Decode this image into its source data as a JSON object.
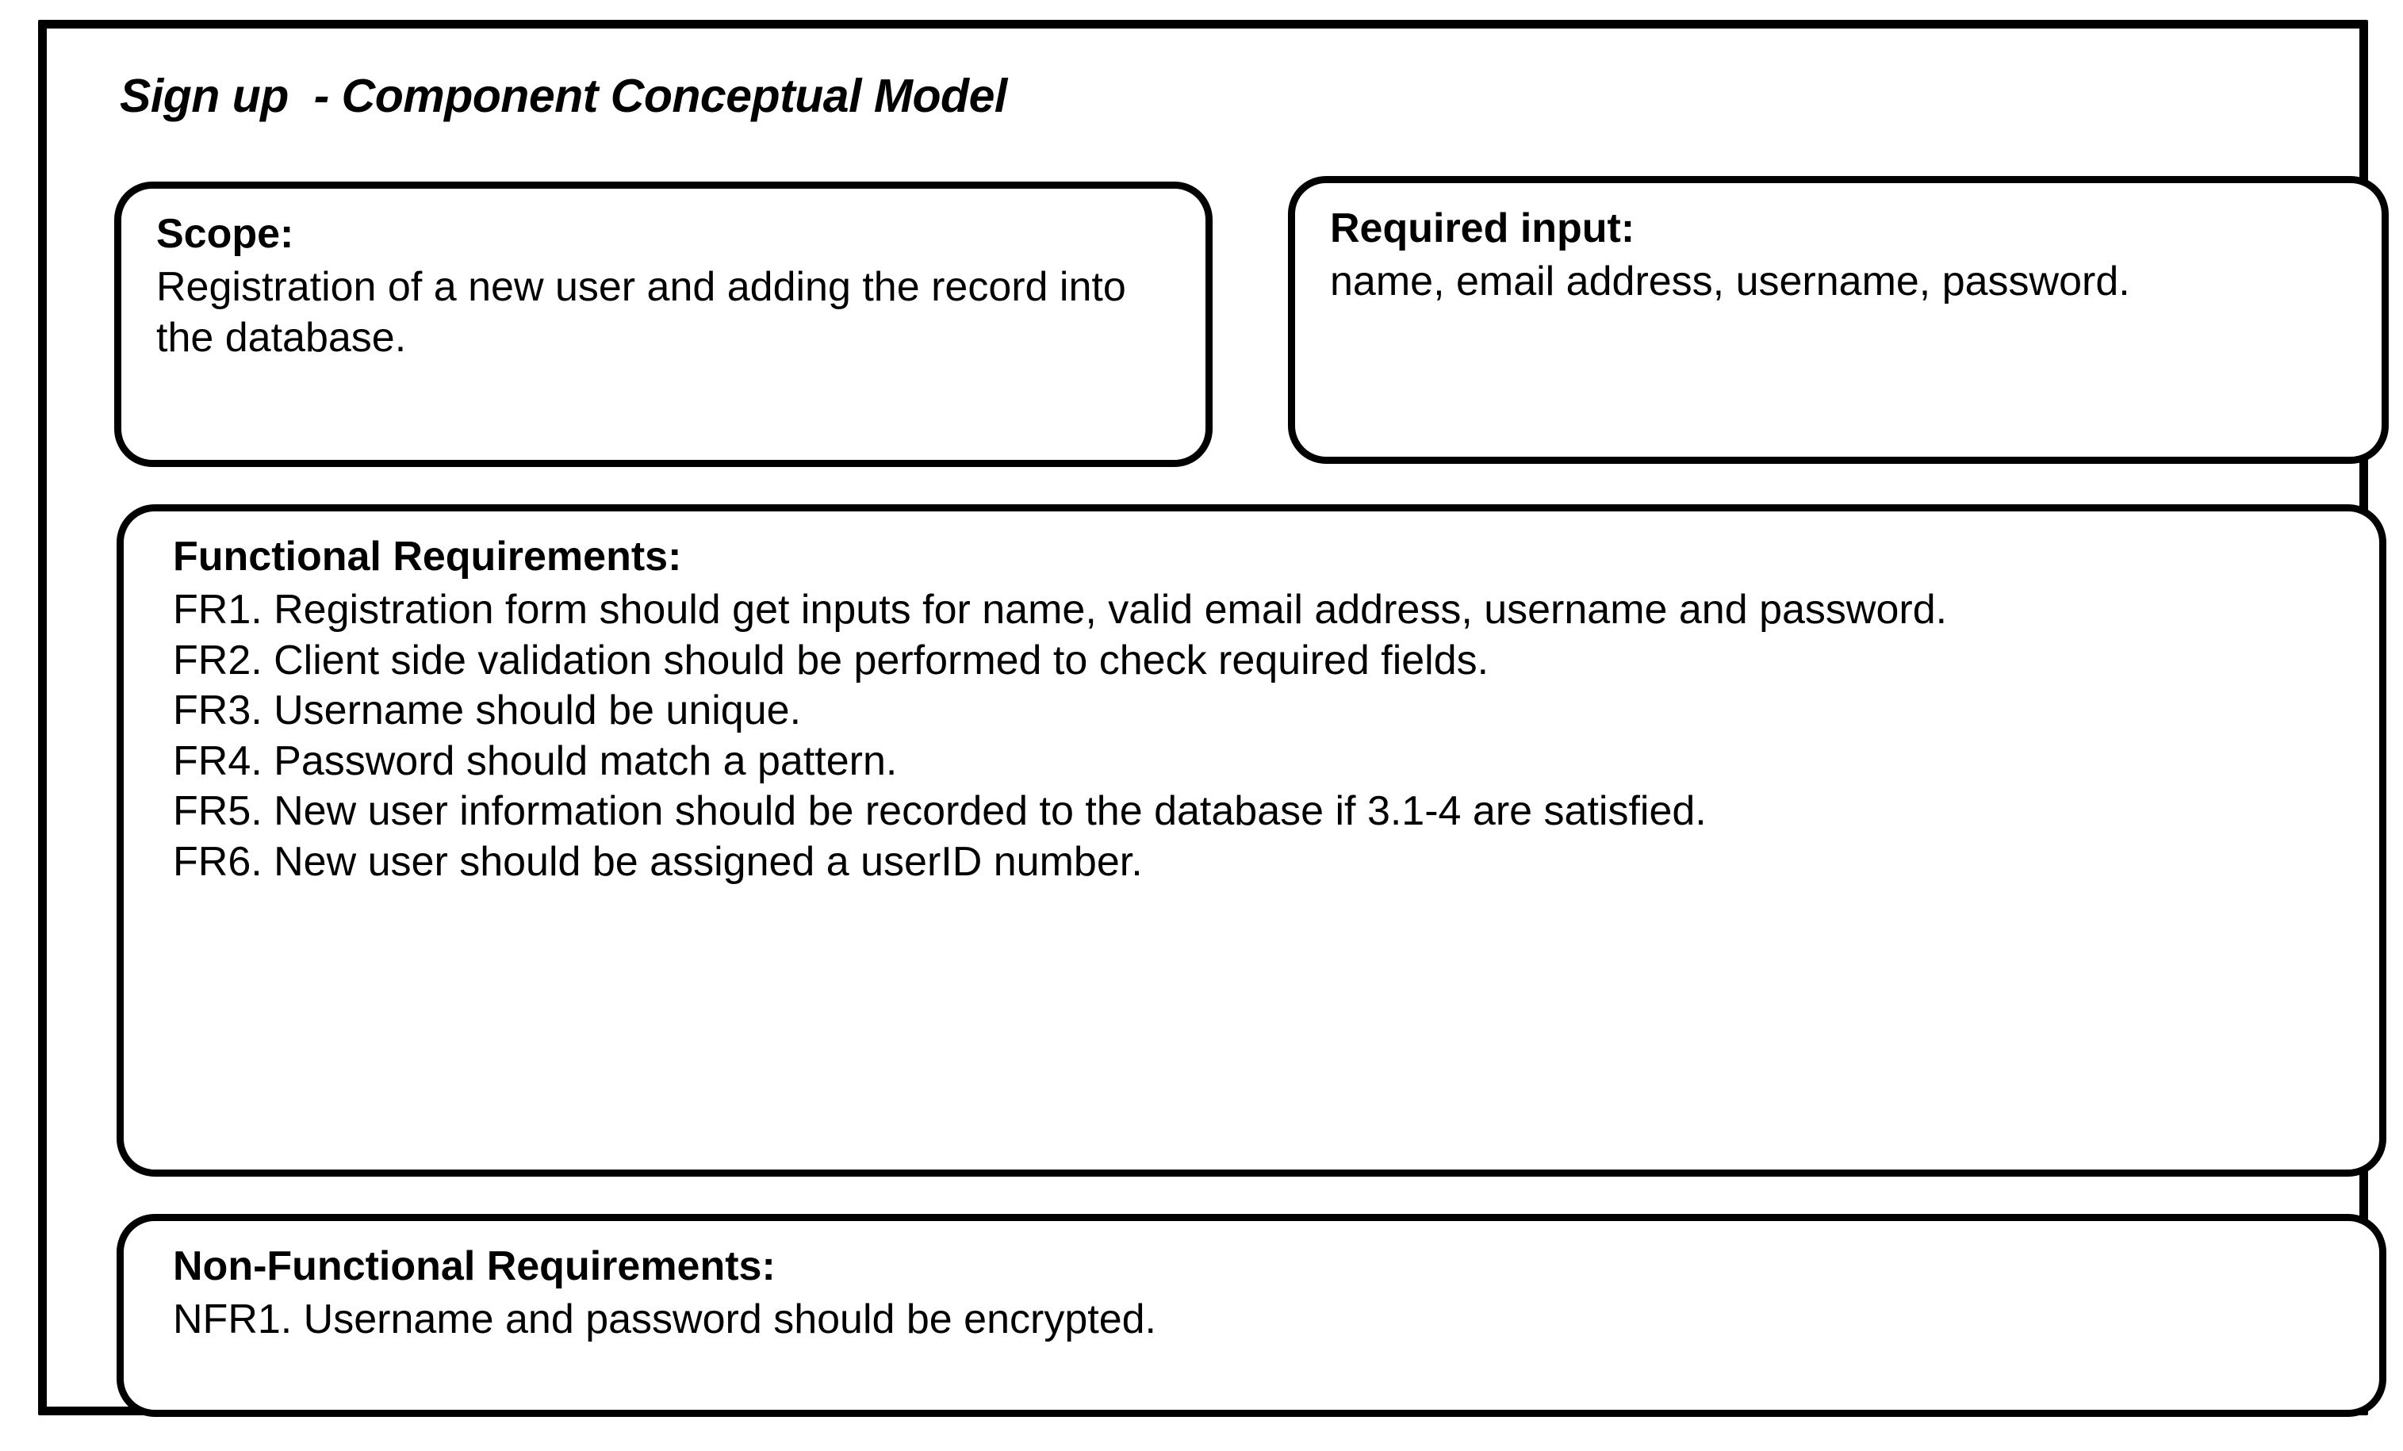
{
  "diagram": {
    "title": "Sign up  - Component Conceptual Model",
    "border_color": "#000000",
    "background_color": "#ffffff"
  },
  "scope": {
    "heading": "Scope:",
    "body": "Registration of a new user and adding the record into the database."
  },
  "required_input": {
    "heading": "Required input:",
    "body": "name, email address, username, password."
  },
  "functional_requirements": {
    "heading": "Functional Requirements:",
    "items": [
      "FR1. Registration form should get inputs for name, valid email address, username and password.",
      "FR2. Client side validation should be performed to check required fields.",
      "FR3. Username should be unique.",
      "FR4. Password should match a pattern.",
      "FR5. New user information should be recorded to the database if 3.1-4 are satisfied.",
      "FR6. New user should be assigned a userID number."
    ]
  },
  "non_functional_requirements": {
    "heading": "Non-Functional Requirements:",
    "items": [
      "NFR1. Username and password should be encrypted."
    ]
  }
}
